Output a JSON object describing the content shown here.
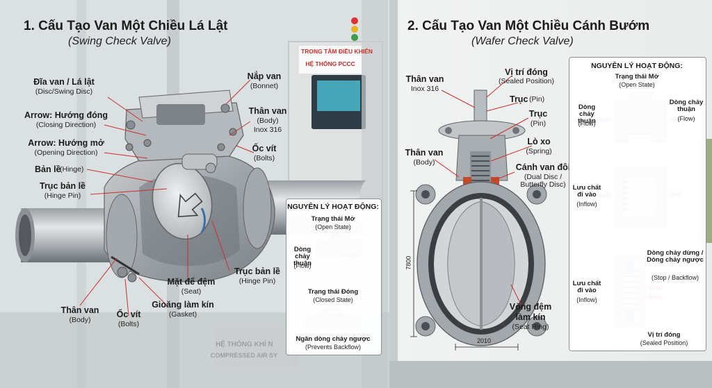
{
  "left": {
    "title": "1. Cấu Tạo Van Một Chiều Lá Lật",
    "subtitle": "(Swing Check Valve)",
    "labels": {
      "disc": {
        "vn": "Đĩa van / Lá lật",
        "en": "(Disc/Swing Disc)"
      },
      "closing": {
        "vn": "Arrow: Hướng đóng",
        "en": "(Closing Direction)"
      },
      "opening": {
        "vn": "Arrow: Hướng mở",
        "en": "(Opening Direction)"
      },
      "hinge": {
        "vn": "Bản lề",
        "en": "(Hinge)"
      },
      "hinge_pin": {
        "vn": "Trục bản lề",
        "en": "(Hinge Pin)"
      },
      "body": {
        "vn": "Thân van",
        "en": "(Body)"
      },
      "bolts": {
        "vn": "Ốc vít",
        "en": "(Bolts)"
      },
      "gasket": {
        "vn": "Gioăng làm kín",
        "en": "(Gasket)"
      },
      "seat": {
        "vn": "Mặt đế đệm",
        "en": "(Seat)"
      },
      "hinge_pin_r": {
        "vn": "Trục bản lề",
        "en": "(Hinge Pin)"
      },
      "bonnet": {
        "vn": "Nắp van",
        "en": "(Bonnet)"
      },
      "body_r": {
        "vn": "Thân van",
        "en": "(Body)",
        "material": "Inox 316"
      },
      "bolts_r": {
        "vn": "Ốc vít",
        "en": "(Bolts)"
      }
    },
    "panel": {
      "title": "NGUYÊN LÝ HOẠT ĐỘNG:",
      "open_vn": "Trạng thái Mở",
      "open_en": "(Open State)",
      "flow_vn": "Dòng chảy thuận",
      "flow_en": "(Flow)",
      "closed_vn": "Trạng thái Đóng",
      "closed_en": "(Closed State)",
      "backflow_vn": "Ngăn dòng chảy ngược",
      "backflow_en": "(Prevents Backflow)"
    },
    "background_signs": {
      "cabinet_line1": "TRONG TÂM ĐIỀU KHIỂN",
      "cabinet_line2": "HỆ THỐNG PCCC",
      "floor_line1": "HỆ THỐNG KHÍ N",
      "floor_line2": "COMPRESSED AIR SY"
    }
  },
  "right": {
    "title": "2. Cấu Tạo Van Một Chiều Cánh Bướm",
    "subtitle": "(Wafer Check Valve)",
    "labels": {
      "body_top": {
        "vn": "Thân van",
        "en": "Inox 316"
      },
      "sealed_pos": {
        "vn": "Vị trí đóng",
        "en": "(Sealed Position)"
      },
      "pin1": {
        "vn": "Trục",
        "en": "(Pin)"
      },
      "pin2": {
        "vn": "Trục",
        "en": "(Pin)"
      },
      "spring": {
        "vn": "Lò xo",
        "en": "(Spring)"
      },
      "dual_disc": {
        "vn": "Cánh van đôi",
        "en": "(Dual Disc / Butterfly Disc)"
      },
      "body": {
        "vn": "Thân van",
        "en": "(Body)"
      },
      "seat_ring_l1": "Vòng đệm",
      "seat_ring_l2": "làm kín",
      "seat_ring_en": "(Seat Ring)",
      "dim_h": "7800",
      "dim_w": "2010"
    },
    "panel": {
      "title": "NGUYÊN LÝ HOẠT ĐỘNG:",
      "open_vn": "Trạng thái Mở",
      "open_en": "(Open State)",
      "flow_l_vn": "Dòng chảy thuận",
      "flow_l_en": "(Flow)",
      "flow_r_vn": "Dòng chảy thuận",
      "flow_r_en": "(Flow)",
      "inflow1_vn": "Lưu chất đi vào",
      "inflow1_en": "(Inflow)",
      "stop_vn": "Dòng chảy dừng / Dòng chảy ngược",
      "stop_en": "(Stop / Backflow)",
      "inflow2_vn": "Lưu chất đi vào",
      "inflow2_en": "(Inflow)",
      "sealed_vn": "Vị trí đóng",
      "sealed_en": "(Sealed Position)"
    }
  }
}
